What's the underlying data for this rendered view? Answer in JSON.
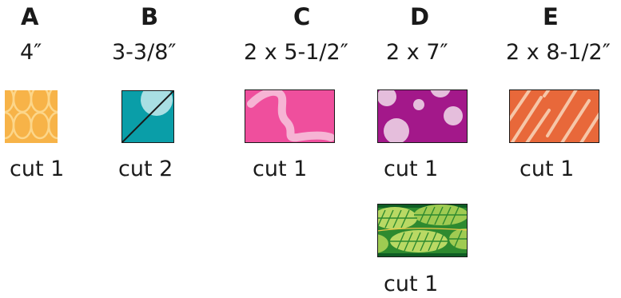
{
  "pieces": [
    {
      "letter": "A",
      "size": "4″",
      "cuts": [
        "cut 1"
      ],
      "fabric": "orange-ring-print"
    },
    {
      "letter": "B",
      "size": "3-3/8″",
      "cuts": [
        "cut 2"
      ],
      "fabric": "teal-dot-half-square-triangle"
    },
    {
      "letter": "C",
      "size": "2 x 5-1/2″",
      "cuts": [
        "cut 1"
      ],
      "fabric": "pink-squiggle-print"
    },
    {
      "letter": "D",
      "size": "2 x 7″",
      "cuts": [
        "cut 1",
        "cut 1"
      ],
      "fabric": [
        "magenta-dot-print",
        "green-leaf-print"
      ]
    },
    {
      "letter": "E",
      "size": "2 x 8-1/2″",
      "cuts": [
        "cut 1"
      ],
      "fabric": "orange-stripe-print"
    }
  ],
  "colors": {
    "orange": "#f7b348",
    "teal": "#0a9ea8",
    "pink": "#ef4f9d",
    "magenta": "#a3188a",
    "green": "#2e8a2f",
    "lime": "#b9d964",
    "coral": "#e8683a"
  }
}
